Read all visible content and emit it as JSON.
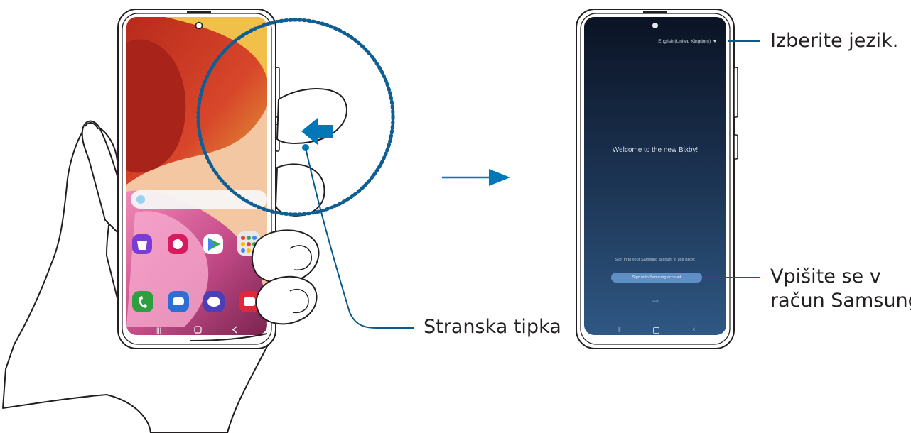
{
  "callouts": {
    "side_key": "Stranska tipka",
    "select_language": "Izberite jezik.",
    "sign_in_line1": "Vpišite se v",
    "sign_in_line2": "račun Samsung."
  },
  "bixby_screen": {
    "language": "English (United Kingdom)",
    "welcome": "Welcome to the new Bixby!",
    "sign_in_hint": "Sign in to your Samsung account to use Bixby.",
    "sign_in_button": "Sign in to Samsung account"
  },
  "colors": {
    "leader_line": "#0a5a8c",
    "press_arrow": "#0077b6",
    "zoom_circle": "#0e5e93",
    "bixby_bg_top": "#0b1324",
    "bixby_bg_bottom": "#2b4f78"
  },
  "icons": [
    "press-arrow-icon",
    "next-arrow-icon",
    "recents-icon",
    "home-icon",
    "back-icon"
  ]
}
